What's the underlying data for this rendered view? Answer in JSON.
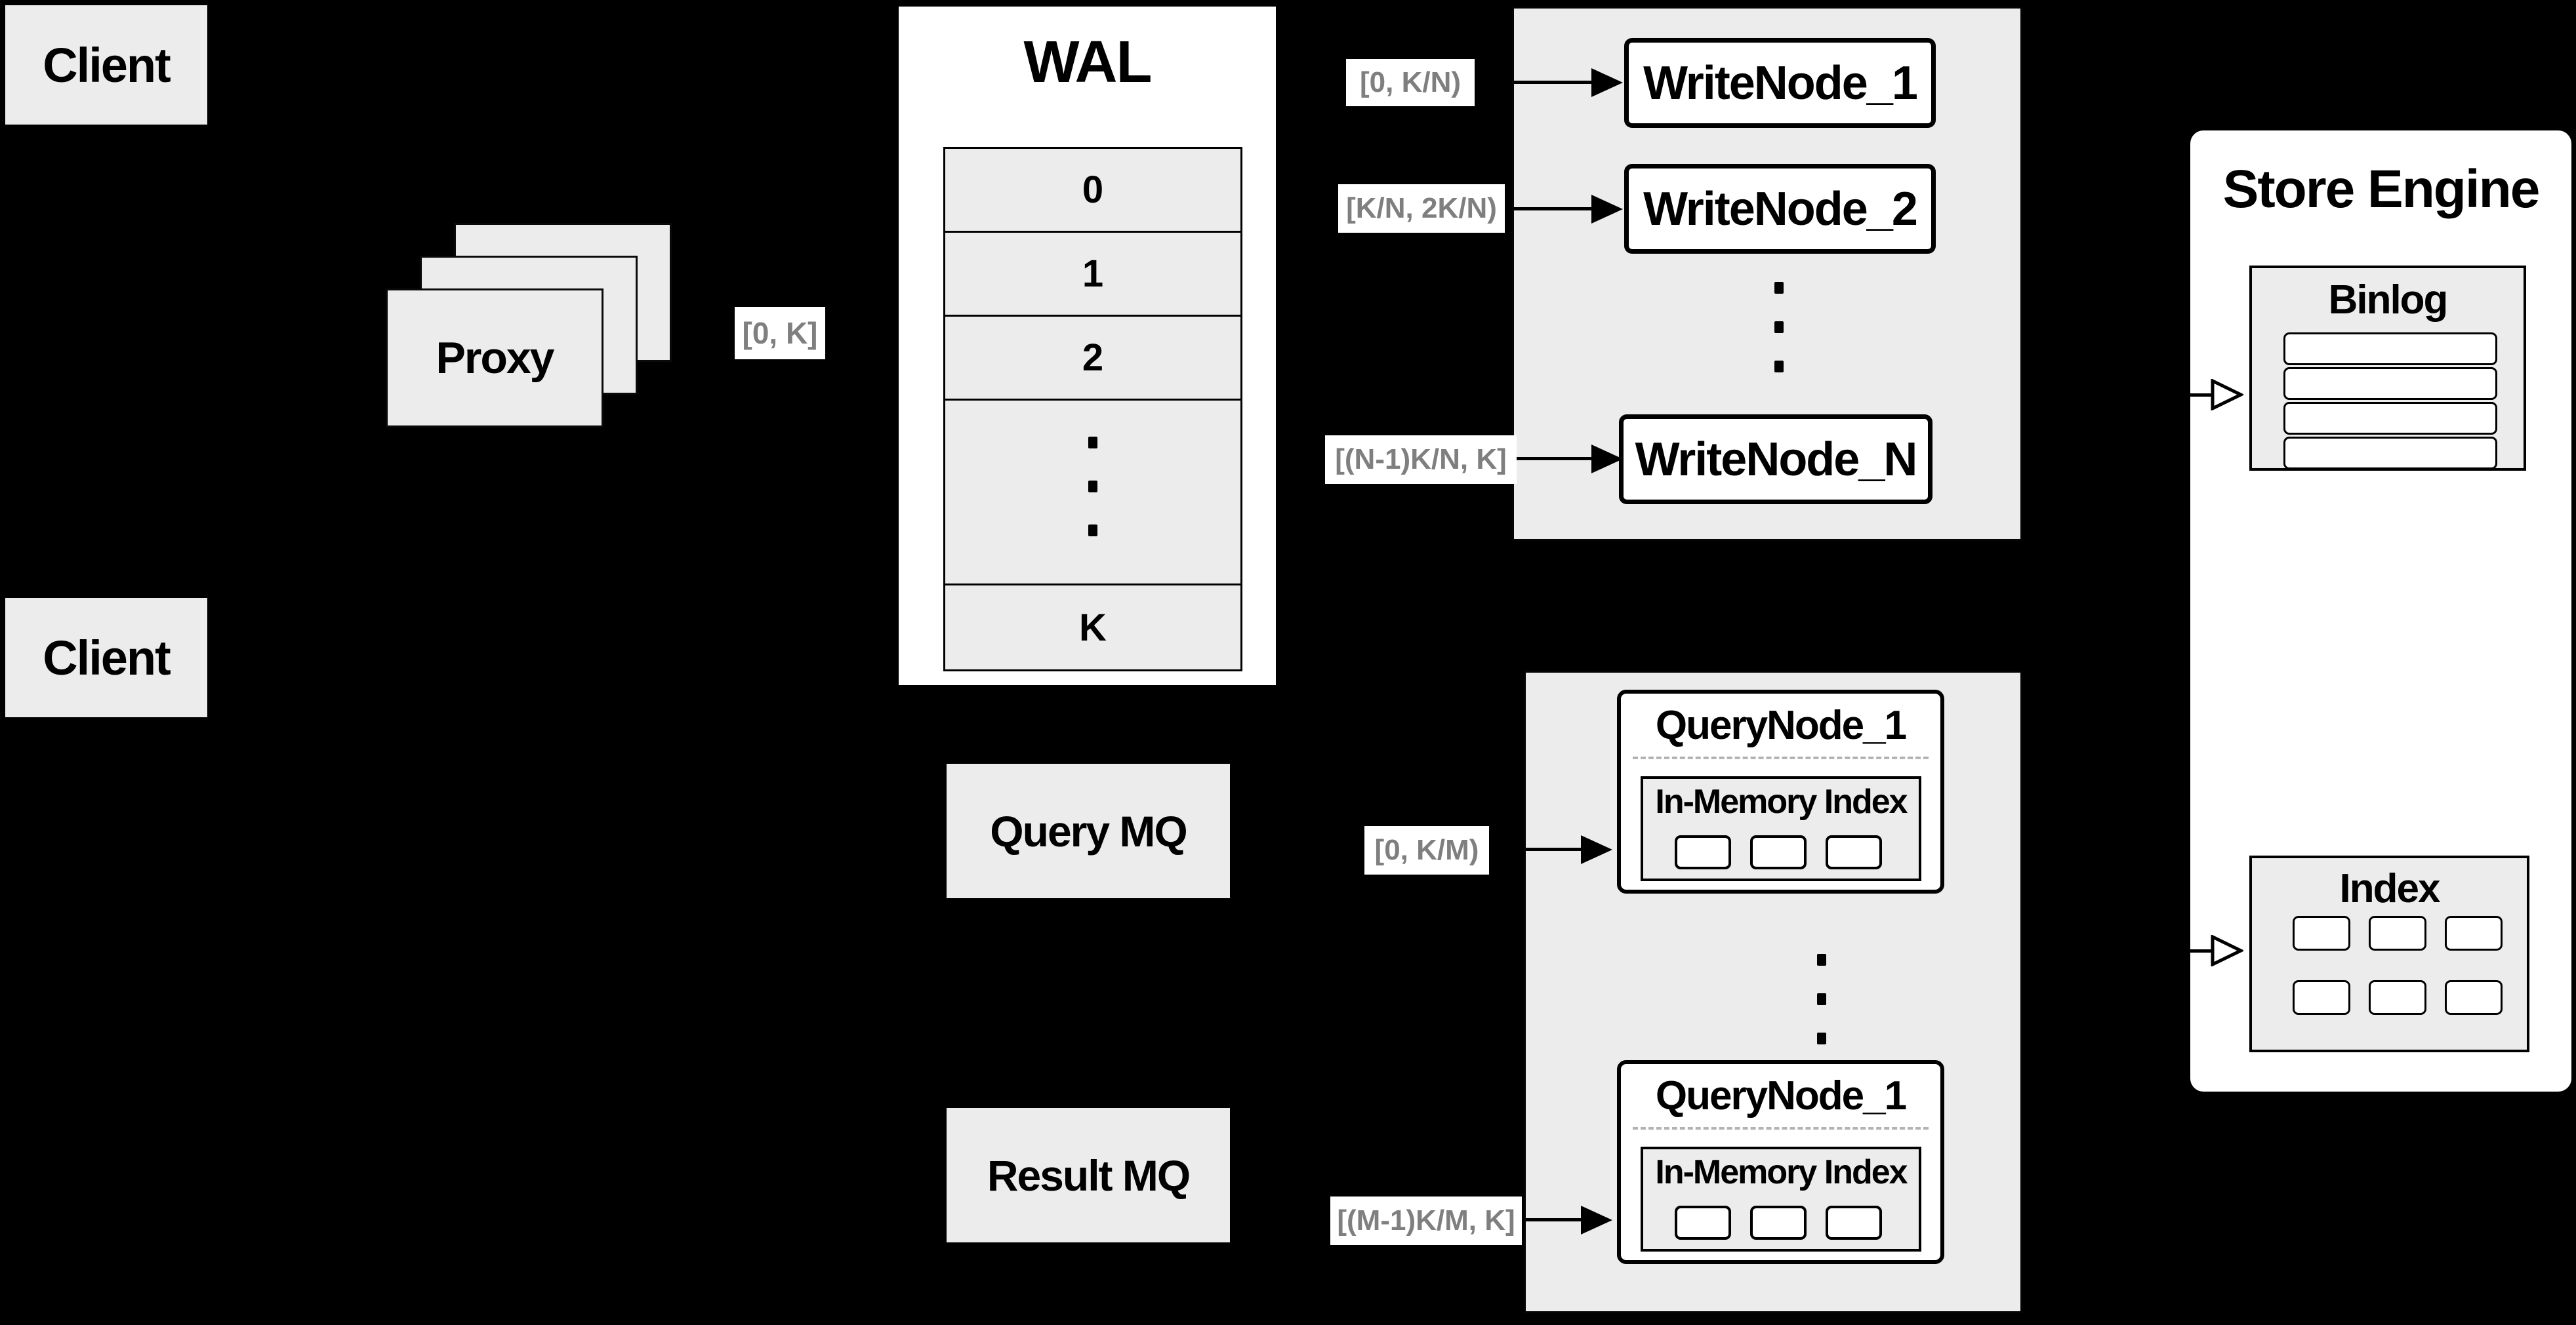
{
  "colors": {
    "background": "#000000",
    "panel_gray": "#ececec",
    "box_white": "#ffffff",
    "stroke_black": "#000000",
    "range_label_text": "#7f7f7f"
  },
  "clients": [
    {
      "label": "Client"
    },
    {
      "label": "Client"
    }
  ],
  "proxy": {
    "label": "Proxy",
    "range_label": "[0, K]"
  },
  "wal": {
    "title": "WAL",
    "rows": [
      "0",
      "1",
      "2"
    ],
    "last_row": "K"
  },
  "write_cluster": {
    "range_labels": [
      "[0, K/N)",
      "[K/N, 2K/N)",
      "[(N-1)K/N, K]"
    ],
    "nodes": [
      "WriteNode_1",
      "WriteNode_2",
      "WriteNode_N"
    ]
  },
  "mq": {
    "query_label": "Query MQ",
    "result_label": "Result MQ"
  },
  "query_cluster": {
    "range_labels": [
      "[0, K/M)",
      "[(M-1)K/M, K]"
    ],
    "nodes": [
      {
        "title": "QueryNode_1",
        "inner_title": "In-Memory Index"
      },
      {
        "title": "QueryNode_1",
        "inner_title": "In-Memory Index"
      }
    ]
  },
  "store_engine": {
    "title": "Store Engine",
    "binlog_title": "Binlog",
    "index_title": "Index"
  }
}
